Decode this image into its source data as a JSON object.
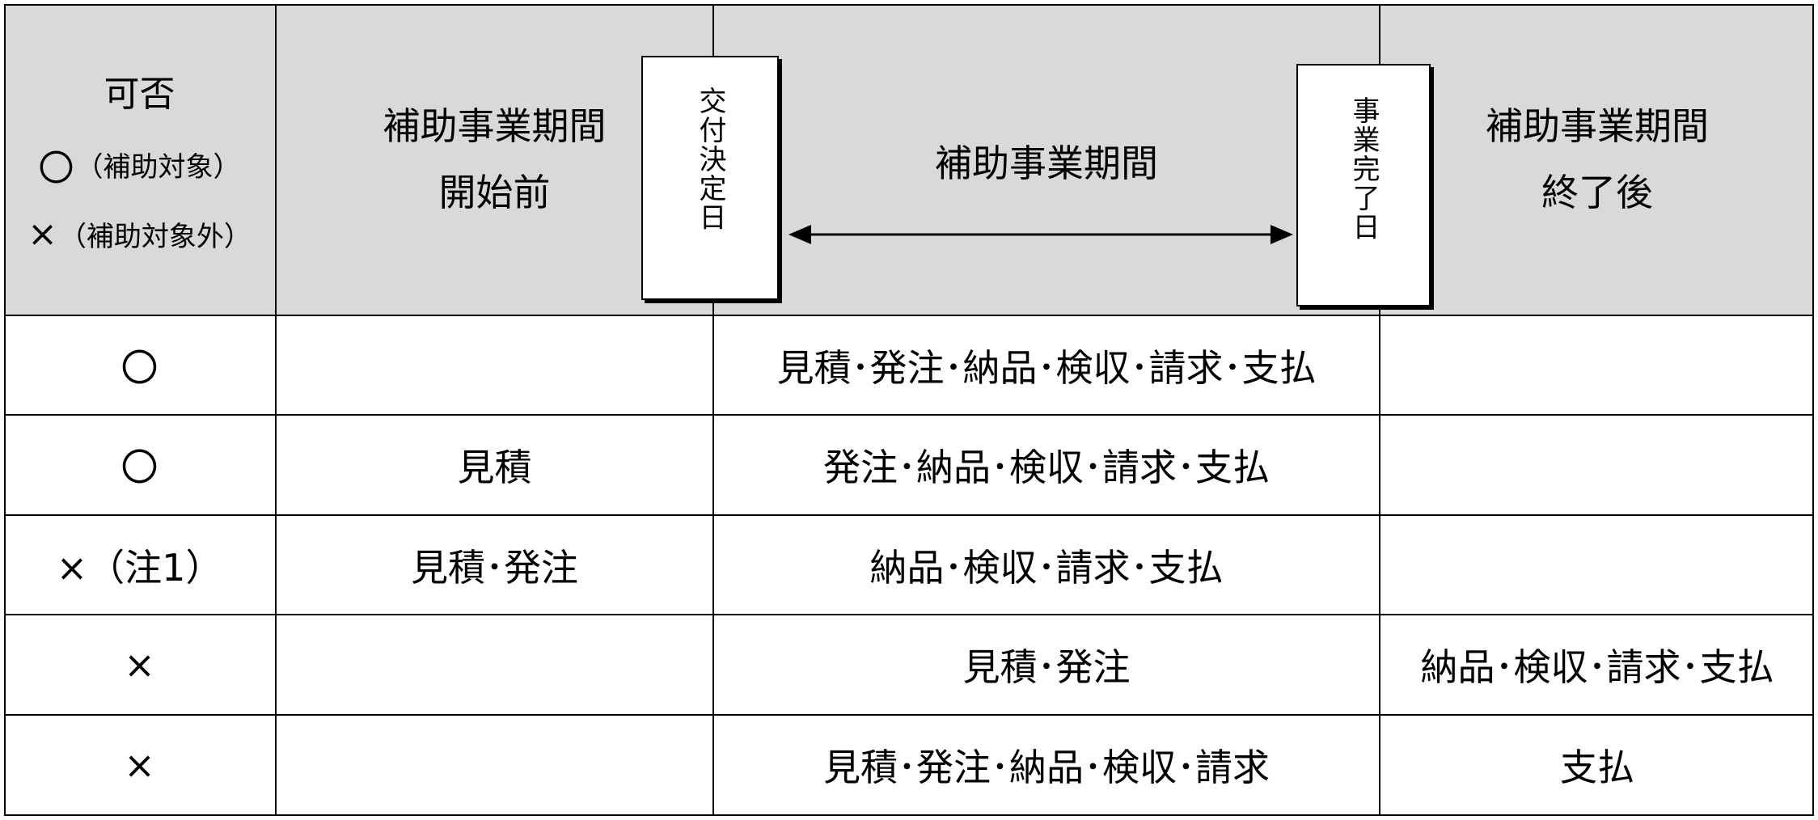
{
  "header": {
    "legend": {
      "title": "可否",
      "ok_mark": "〇",
      "ok_label": "（補助対象）",
      "ng_mark": "×",
      "ng_label": "（補助対象外）"
    },
    "before": {
      "line1": "補助事業期間",
      "line2": "開始前"
    },
    "decision_date": "交付決定日",
    "during": "補助事業期間",
    "completion_date": "事業完了日",
    "after": {
      "line1": "補助事業期間",
      "line2": "終了後"
    }
  },
  "rows": [
    {
      "result": "〇",
      "before": "",
      "during": "見積･発注･納品･検収･請求･支払",
      "after": ""
    },
    {
      "result": "〇",
      "before": "見積",
      "during": "発注･納品･検収･請求･支払",
      "after": ""
    },
    {
      "result": "×（注1）",
      "before": "見積･発注",
      "during": "納品･検収･請求･支払",
      "after": ""
    },
    {
      "result": "×",
      "before": "",
      "during": "見積･発注",
      "after": "納品･検収･請求･支払"
    },
    {
      "result": "×",
      "before": "",
      "during": "見積･発注･納品･検収･請求",
      "after": "支払"
    }
  ]
}
